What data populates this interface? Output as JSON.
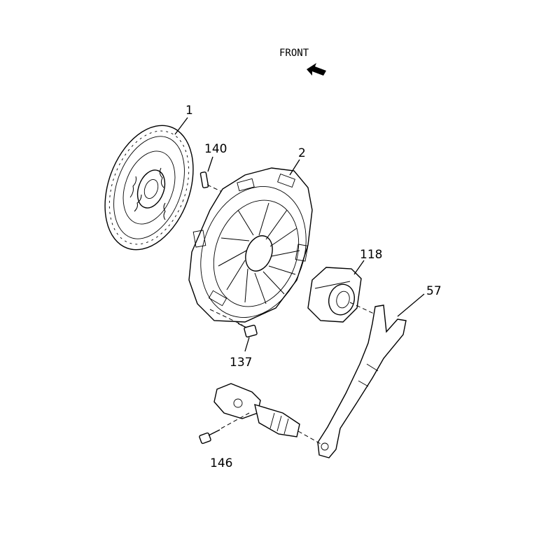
{
  "diagram": {
    "orientation_label": "FRONT",
    "orientation_icon": "front-arrow-icon",
    "callouts": [
      {
        "id": "1",
        "part_icon": "clutch-disc-icon"
      },
      {
        "id": "140",
        "part_icon": "dowel-pin-icon"
      },
      {
        "id": "2",
        "part_icon": "pressure-plate-icon"
      },
      {
        "id": "118",
        "part_icon": "release-bearing-icon"
      },
      {
        "id": "57",
        "part_icon": "release-fork-icon"
      },
      {
        "id": "137",
        "part_icon": "bolt-icon"
      },
      {
        "id": "146",
        "part_icon": "bolt-icon"
      }
    ],
    "callout_slave_cylinder_icon": "slave-cylinder-icon"
  }
}
